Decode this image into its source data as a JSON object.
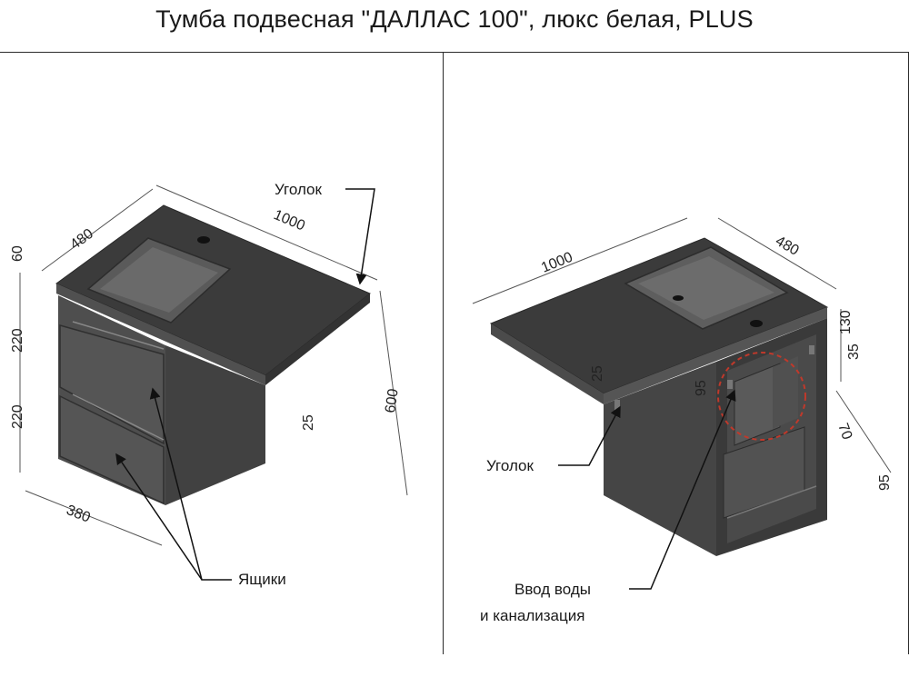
{
  "title": "Тумба подвесная \"ДАЛЛАС 100\", люкс белая, PLUS",
  "left_view": {
    "corner_label": "Уголок",
    "drawers_label": "Ящики",
    "dims": {
      "width": "1000",
      "depth": "480",
      "top_thickness": "60",
      "drawer_upper": "220",
      "drawer_lower": "220",
      "height": "600",
      "shelf": "25",
      "base_depth": "380"
    }
  },
  "right_view": {
    "corner_label": "Уголок",
    "inlet_label_line1": "Ввод воды",
    "inlet_label_line2": "и канализация",
    "dims": {
      "width": "1000",
      "depth": "480",
      "d130": "130",
      "d35": "35",
      "d25": "25",
      "d95_top": "95",
      "d70": "70",
      "d95_bottom": "95"
    }
  },
  "colors": {
    "body": "#4a4a4a",
    "top": "#3c3c3c",
    "front": "#575757",
    "side": "#424242",
    "highlight_circle": "#c0392b"
  }
}
